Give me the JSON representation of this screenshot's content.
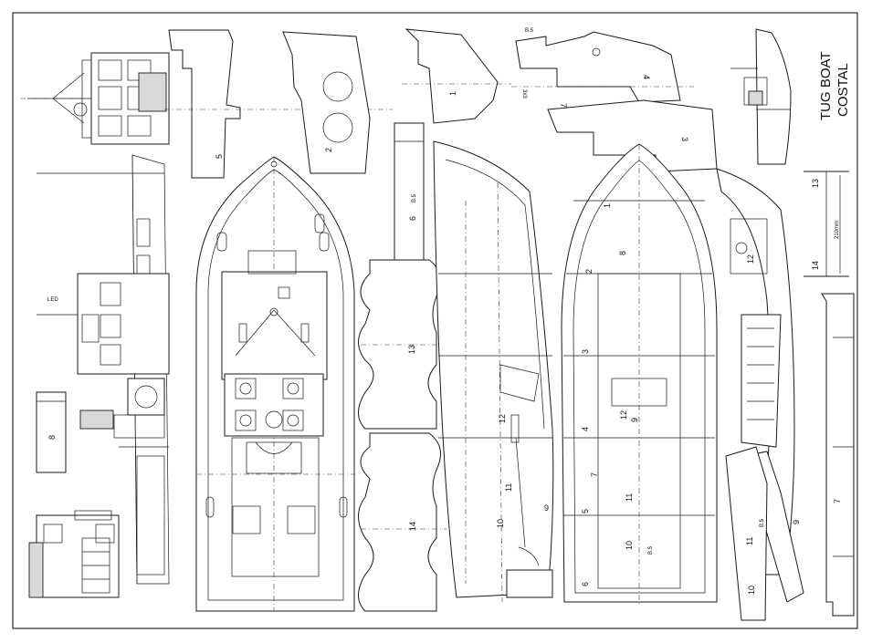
{
  "title": {
    "line1": "TUG BOAT",
    "line2": "COSTAL"
  },
  "dimension": "210mm",
  "led_label": "LED",
  "thickness_label": "B.5",
  "thickness_label_small": "3x3",
  "parts": {
    "p1": "1",
    "p2": "2",
    "p3": "3",
    "p4": "4",
    "p5": "5",
    "p6": "6",
    "p7": "7",
    "p8": "8",
    "p9": "9",
    "p10": "10",
    "p11": "11",
    "p12": "12",
    "p13": "13",
    "p14": "14"
  }
}
